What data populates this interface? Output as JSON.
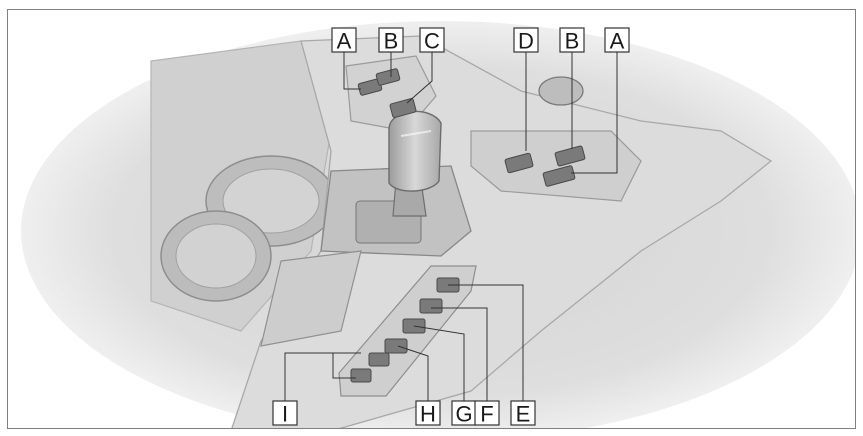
{
  "callouts": {
    "top": [
      {
        "id": "A1",
        "letter": "A"
      },
      {
        "id": "B1",
        "letter": "B"
      },
      {
        "id": "C",
        "letter": "C"
      },
      {
        "id": "D",
        "letter": "D"
      },
      {
        "id": "B2",
        "letter": "B"
      },
      {
        "id": "A2",
        "letter": "A"
      }
    ],
    "bottom": [
      {
        "id": "I",
        "letter": "I"
      },
      {
        "id": "H",
        "letter": "H"
      },
      {
        "id": "G",
        "letter": "G"
      },
      {
        "id": "F",
        "letter": "F"
      },
      {
        "id": "E",
        "letter": "E"
      }
    ]
  },
  "colors": {
    "label_border": "#333333",
    "leader_line": "#333333",
    "console_light": "#e6e6e6",
    "console_mid": "#c8c8c8",
    "console_dark": "#8c8c8c",
    "button_fill": "#7a7a7a"
  }
}
